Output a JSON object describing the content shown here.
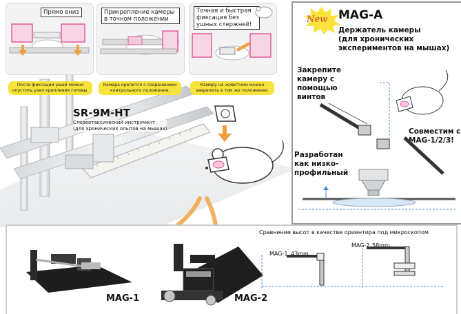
{
  "panels": [
    {
      "label": "Прямо вниз",
      "caption": "После фиксации ушей можно опустить узел крепления головы."
    },
    {
      "label": "Прикрепление камеры в точном положении",
      "caption": "Камера крепится с сохранением контрольного положения."
    },
    {
      "label": "Точная и быстрая фиксация без ушных стержней!",
      "caption": "Камеру на животном можно закрепить в том же положении."
    }
  ],
  "instrument": {
    "title": "SR-9M-HT",
    "subtitle_line1": "Стереотаксический инструмент",
    "subtitle_line2": "(для хронических опытов на мышах)"
  },
  "mag_a": {
    "new_badge": "New",
    "title": "MAG-A",
    "subtitle_line1": "Держатель камеры",
    "subtitle_line2": "(для хронических",
    "subtitle_line3": "экспериментов на мышах)",
    "note_screws_1": "Закрепите",
    "note_screws_2": "камеру с",
    "note_screws_3": "помощью",
    "note_screws_4": "винтов",
    "note_compat_1": "Совместим с",
    "note_compat_2": "MAG-1/2/3!",
    "note_low_1": "Разработан",
    "note_low_2": "как низко-",
    "note_low_3": "профильный"
  },
  "bottom": {
    "mag1_label": "MAG-1",
    "mag2_label": "MAG-2",
    "comparison_title": "Сравнение высот в качестве ориентира под микроскопом",
    "mag1_height_label": "MAG-1",
    "mag1_height_value": "43mm",
    "mag2_height_label": "MAG-2",
    "mag2_height_value": "58mm"
  },
  "colors": {
    "badge_yellow": "#f7e33a",
    "arrow_orange": "#f0a040",
    "camera_pink": "#e0609a",
    "new_red": "#d33b3b",
    "dashed_blue": "#4a90d9"
  }
}
